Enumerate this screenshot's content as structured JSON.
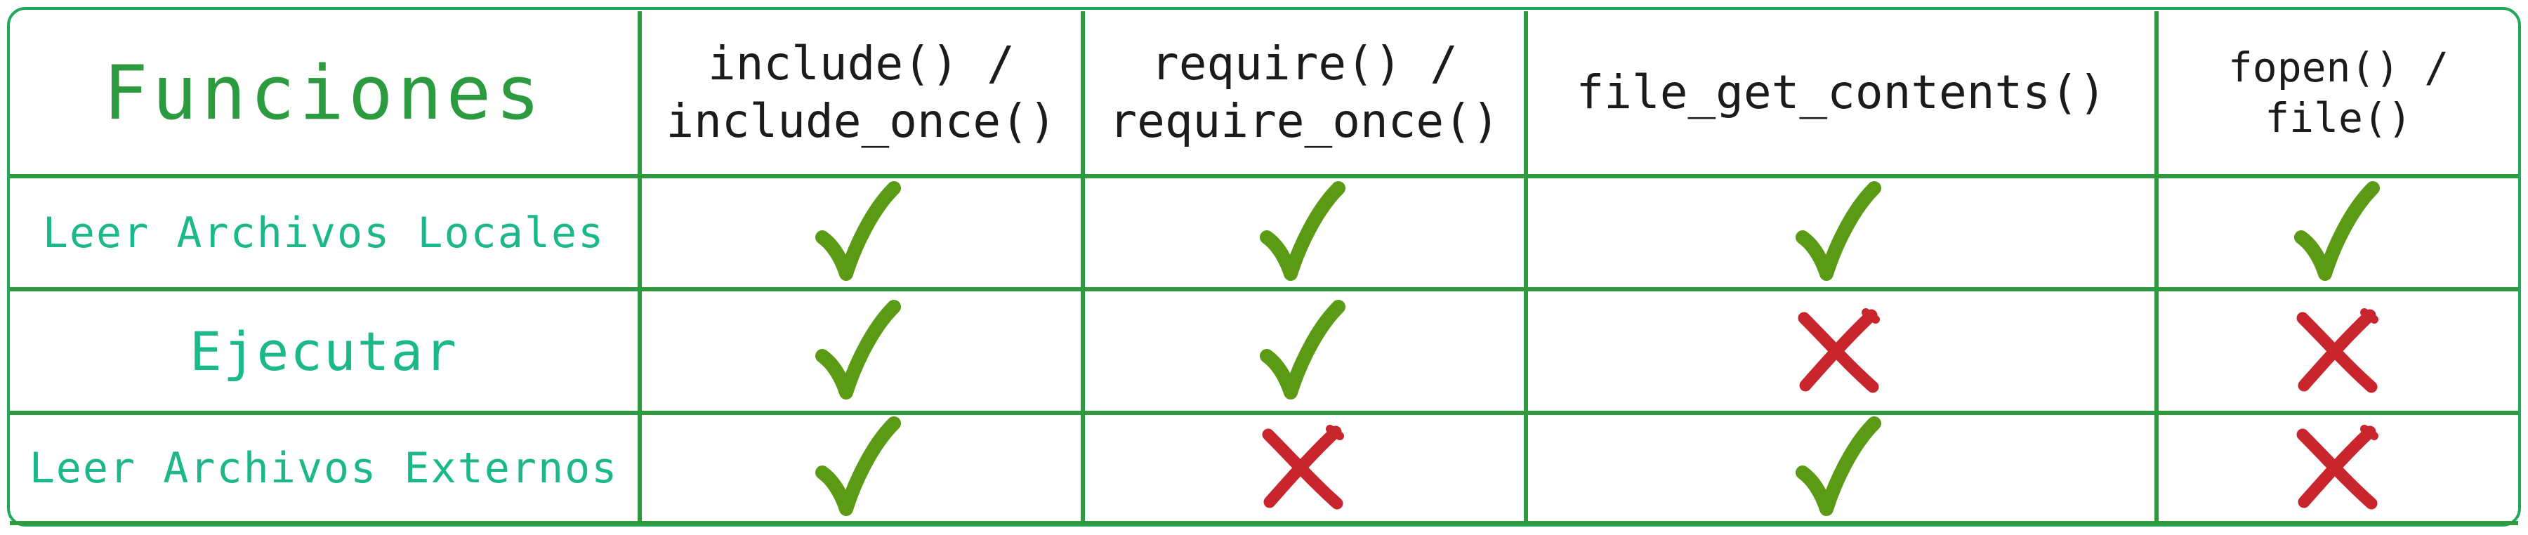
{
  "header": {
    "title": "Funciones",
    "columns": [
      {
        "line1": "include() /",
        "line2": "include_once()"
      },
      {
        "line1": "require() /",
        "line2": "require_once()"
      },
      {
        "line1": "file_get_contents()",
        "line2": ""
      },
      {
        "line1": "fopen() /",
        "line2": "file()"
      }
    ]
  },
  "rows": [
    {
      "label": "Leer Archivos Locales",
      "values": [
        "yes",
        "yes",
        "yes",
        "yes"
      ]
    },
    {
      "label": "Ejecutar",
      "values": [
        "yes",
        "yes",
        "no",
        "no"
      ]
    },
    {
      "label": "Leer Archivos Externos",
      "values": [
        "yes",
        "no",
        "yes",
        "no"
      ]
    }
  ],
  "icons": {
    "yes": "check-icon",
    "no": "cross-icon"
  },
  "colors": {
    "check": "#5a9a14",
    "cross": "#c8262c",
    "grid": "#2f9a3d",
    "frame": "#22a85a",
    "title": "#2c9a3f",
    "row_label": "#1cb88a"
  }
}
